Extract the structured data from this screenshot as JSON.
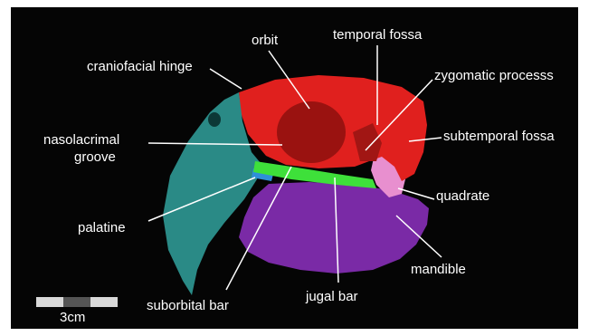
{
  "labels": {
    "orbit": "orbit",
    "temporal_fossa": "temporal fossa",
    "craniofacial_hinge": "craniofacial hinge",
    "zygomatic_process": "zygomatic processs",
    "nasolacrimal_line1": "nasolacrimal",
    "nasolacrimal_line2": "groove",
    "subtemporal_fossa": "subtemporal fossa",
    "quadrate": "quadrate",
    "palatine": "palatine",
    "mandible": "mandible",
    "suborbital_bar": "suborbital bar",
    "jugal_bar": "jugal bar"
  },
  "scale_bar": {
    "label": "3cm"
  },
  "colors": {
    "background": "#050505",
    "beak": "#2a8a86",
    "cranium": "#e0201e",
    "jugal": "#3ee03a",
    "mandible": "#7a2aa6",
    "quadrate": "#e88fcf",
    "palatine": "#2f8fd8",
    "label_text": "#ffffff"
  }
}
